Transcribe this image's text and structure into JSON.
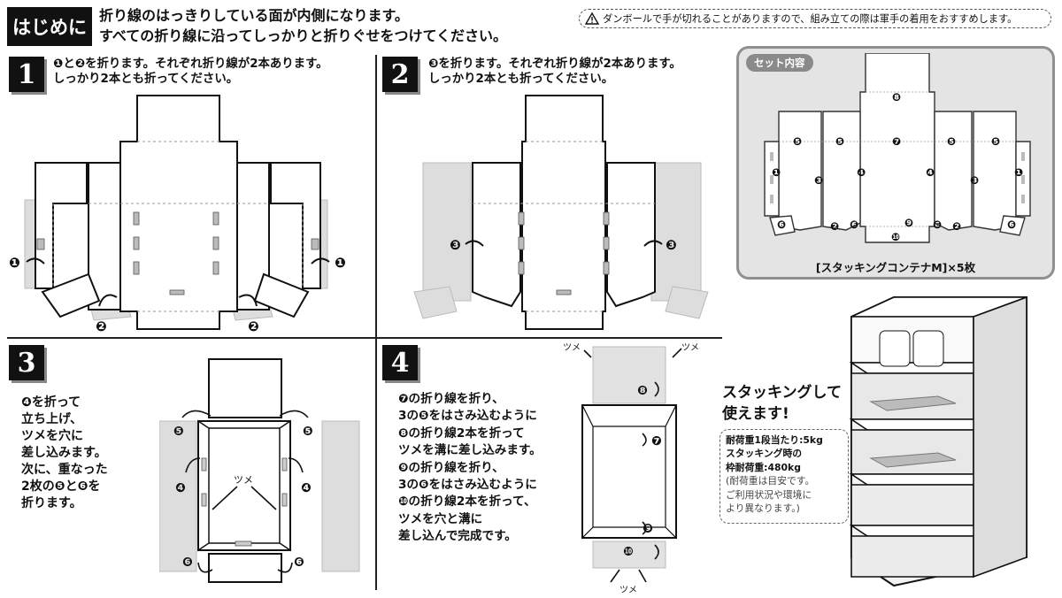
{
  "intro": {
    "badge": "はじめに",
    "line1": "折り線のはっきりしている面が内側になります。",
    "line2": "すべての折り線に沿ってしっかりと折りぐせをつけてください。"
  },
  "warning": "ダンボールで手が切れることがありますので、組み立ての際は軍手の着用をおすすめします。",
  "steps": [
    {
      "number": "1",
      "line1": "❶と❷を折ります。それぞれ折り線が2本あります。",
      "line2": "しっかり2本とも折ってください。"
    },
    {
      "number": "2",
      "line1": "❸を折ります。それぞれ折り線が2本あります。",
      "line2": "しっかり2本とも折ってください。"
    },
    {
      "number": "3",
      "lines": [
        "❹を折って",
        "立ち上げ、",
        "ツメを穴に",
        "差し込みます。",
        "次に、重なった",
        "2枚の❺と❻を",
        "折ります。"
      ]
    },
    {
      "number": "4",
      "lines": [
        "❼の折り線を折り、",
        "3の❺をはさみ込むように",
        "❽の折り線2本を折って",
        "ツメを溝に差し込みます。",
        "❾の折り線を折り、",
        "3の❻をはさみ込むように",
        "❿の折り線2本を折って、",
        "ツメを穴と溝に",
        "差し込んで完成です。"
      ]
    }
  ],
  "diagram_labels": {
    "n1": "❶",
    "n2": "❷",
    "n3": "❸",
    "n4": "❹",
    "n5": "❺",
    "n6": "❻",
    "n7": "❼",
    "n8": "❽",
    "n9": "❾",
    "n10": "❿",
    "tsume": "ツメ"
  },
  "set_contents": {
    "label": "セット内容",
    "caption": "[スタッキングコンテナM]×5枚"
  },
  "stacking": {
    "title_line1": "スタッキングして",
    "title_line2": "使えます!",
    "load_per_tier": "耐荷重1段当たり:5kg",
    "stack_label": "スタッキング時の",
    "frame_load": "枠耐荷重:480kg",
    "note1": "(耐荷重は目安です。",
    "note2": "ご利用状況や環境に",
    "note3": "より異なります。)"
  }
}
